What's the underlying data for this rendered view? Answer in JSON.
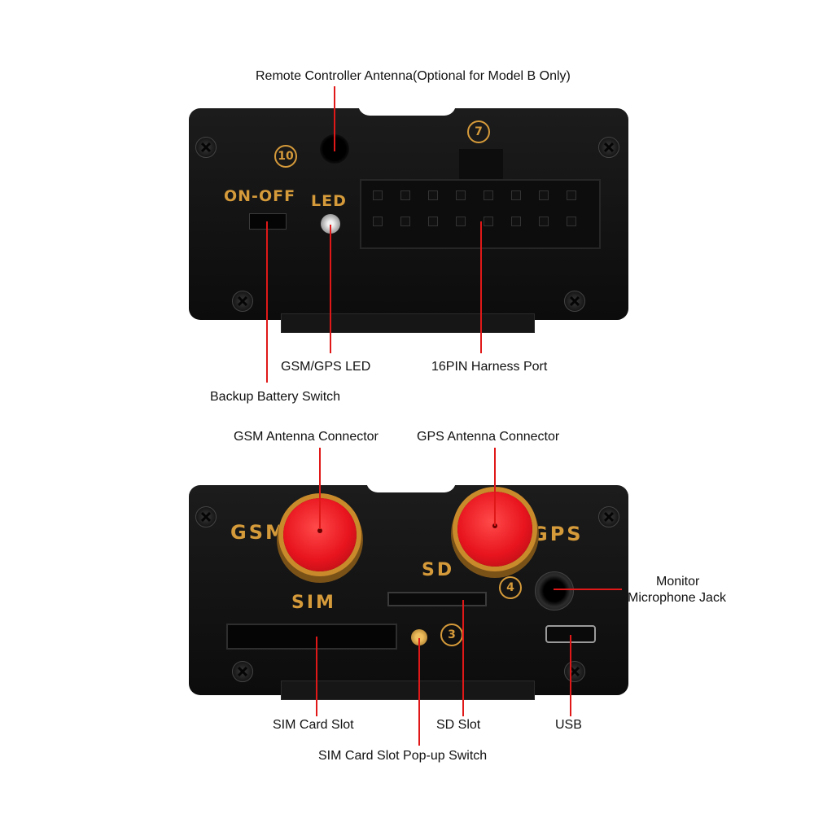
{
  "top_device": {
    "markings": {
      "on_off": "ON-OFF",
      "led": "LED",
      "num_10": "10",
      "num_7": "7"
    },
    "callouts": {
      "remote_antenna": "Remote Controller Antenna(Optional for Model B Only)",
      "gsm_gps_led": "GSM/GPS LED",
      "harness_port": "16PIN Harness Port",
      "backup_battery": "Backup Battery Switch"
    }
  },
  "bottom_device": {
    "markings": {
      "gsm": "GSM",
      "gps": "GPS",
      "sd": "SD",
      "sim": "SIM",
      "num_4": "4",
      "num_3": "3"
    },
    "callouts": {
      "gsm_antenna": "GSM Antenna Connector",
      "gps_antenna": "GPS Antenna Connector",
      "monitor_line1": "Monitor",
      "monitor_line2": "Microphone Jack",
      "sim_slot": "SIM Card Slot",
      "sd_slot": "SD Slot",
      "usb": "USB",
      "popup_switch": "SIM Card Slot Pop-up Switch"
    }
  },
  "colors": {
    "callout_line": "#e01818",
    "marking_gold": "#d59a3a",
    "antenna_red": "#e8141e",
    "antenna_gold": "#c98a2b"
  }
}
